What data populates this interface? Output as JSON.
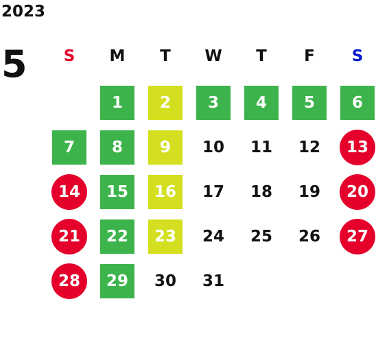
{
  "year": "2023",
  "month": "5",
  "weekdays": [
    {
      "label": "S",
      "color": "#e4002b"
    },
    {
      "label": "M",
      "color": "#111111"
    },
    {
      "label": "T",
      "color": "#111111"
    },
    {
      "label": "W",
      "color": "#111111"
    },
    {
      "label": "T",
      "color": "#111111"
    },
    {
      "label": "F",
      "color": "#111111"
    },
    {
      "label": "S",
      "color": "#0019cc"
    }
  ],
  "colors": {
    "green": "#3cb44b",
    "yellow": "#d4df1f",
    "red": "#e4002b",
    "sunday": "#e4002b",
    "saturday": "#0019cc"
  },
  "weeks": [
    [
      null,
      {
        "day": "1",
        "style": "green"
      },
      {
        "day": "2",
        "style": "yellow"
      },
      {
        "day": "3",
        "style": "green"
      },
      {
        "day": "4",
        "style": "green"
      },
      {
        "day": "5",
        "style": "green"
      },
      {
        "day": "6",
        "style": "green"
      }
    ],
    [
      {
        "day": "7",
        "style": "green"
      },
      {
        "day": "8",
        "style": "green"
      },
      {
        "day": "9",
        "style": "yellow"
      },
      {
        "day": "10",
        "style": "plain"
      },
      {
        "day": "11",
        "style": "plain"
      },
      {
        "day": "12",
        "style": "plain"
      },
      {
        "day": "13",
        "style": "red"
      }
    ],
    [
      {
        "day": "14",
        "style": "red"
      },
      {
        "day": "15",
        "style": "green"
      },
      {
        "day": "16",
        "style": "yellow"
      },
      {
        "day": "17",
        "style": "plain"
      },
      {
        "day": "18",
        "style": "plain"
      },
      {
        "day": "19",
        "style": "plain"
      },
      {
        "day": "20",
        "style": "red"
      }
    ],
    [
      {
        "day": "21",
        "style": "red"
      },
      {
        "day": "22",
        "style": "green"
      },
      {
        "day": "23",
        "style": "yellow"
      },
      {
        "day": "24",
        "style": "plain"
      },
      {
        "day": "25",
        "style": "plain"
      },
      {
        "day": "26",
        "style": "plain"
      },
      {
        "day": "27",
        "style": "red"
      }
    ],
    [
      {
        "day": "28",
        "style": "red"
      },
      {
        "day": "29",
        "style": "green"
      },
      {
        "day": "30",
        "style": "plain"
      },
      {
        "day": "31",
        "style": "plain"
      },
      null,
      null,
      null
    ]
  ]
}
